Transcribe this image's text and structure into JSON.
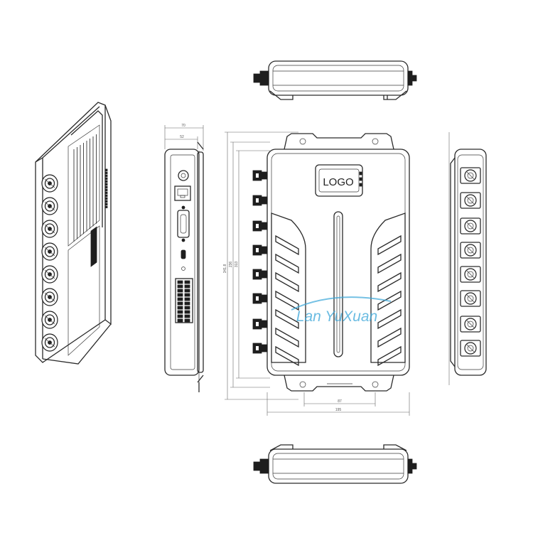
{
  "logo_text": "LOGO",
  "watermark_text": "Lan YuXuan",
  "colors": {
    "line": "#2a2a2a",
    "watermark": "#3aa6d8",
    "background": "#ffffff"
  },
  "dimensions": {
    "top_left_a": "70",
    "top_left_b": "52",
    "height_total": "341.8",
    "height_inner": "236",
    "height_body": "313",
    "bottom_inner": "87",
    "bottom_total": "195"
  }
}
